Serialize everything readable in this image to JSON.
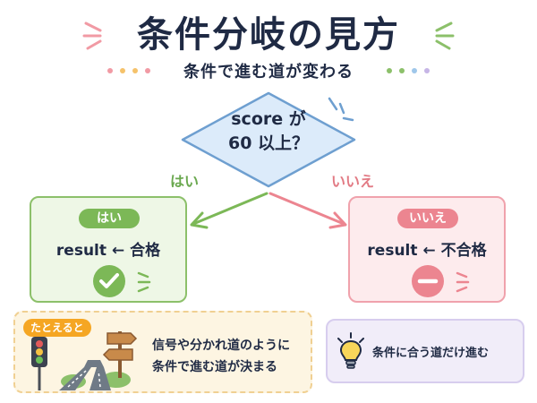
{
  "title": "条件分岐の見方",
  "subtitle": "条件で進む道が変わる",
  "decision": {
    "line1": "score が",
    "line2": "60 以上？"
  },
  "branches": {
    "yes_label": "はい",
    "no_label": "いいえ"
  },
  "yes_box": {
    "badge": "はい",
    "assignment": "result ← 合格",
    "icon": "check-circle-icon"
  },
  "no_box": {
    "badge": "いいえ",
    "assignment": "result ← 不合格",
    "icon": "minus-circle-icon"
  },
  "example": {
    "badge": "たとえると",
    "line1": "信号や分かれ道のように",
    "line2": "条件で進む道が決まる"
  },
  "tip": {
    "text": "条件に合う道だけ進む",
    "icon": "lightbulb-icon"
  },
  "colors": {
    "navy": "#1f2a44",
    "green": "#7cb857",
    "pink": "#ec8590",
    "diamond": "#dcebfa"
  }
}
